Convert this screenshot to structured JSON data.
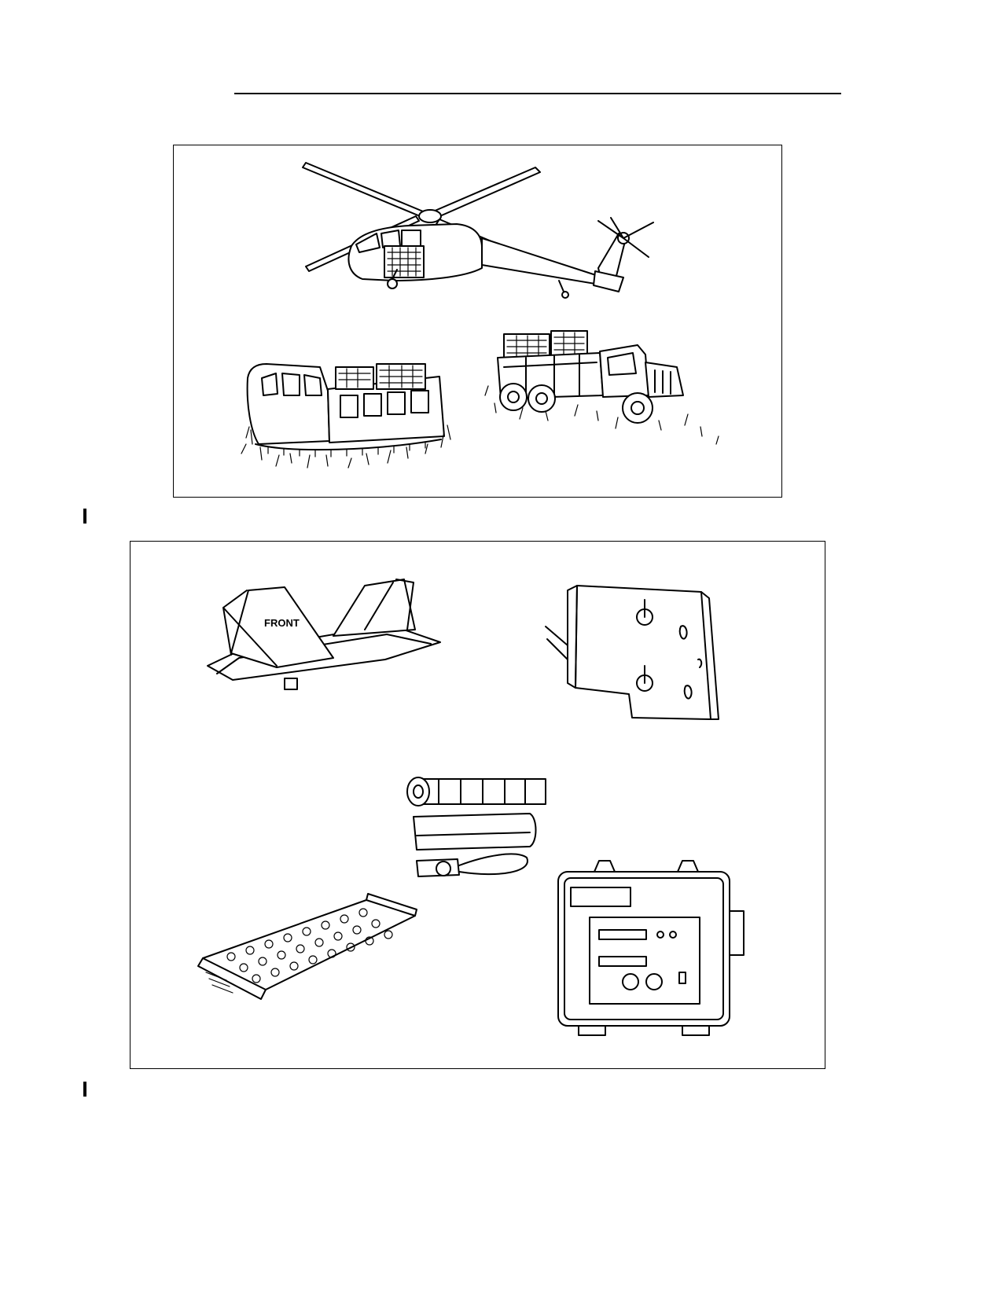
{
  "page": {
    "figure_1": {
      "illustrations": [
        "helicopter-drawing",
        "tracked-carrier-drawing",
        "cargo-truck-drawing"
      ]
    },
    "figure_2": {
      "illustrations": [
        "mounting-frame-drawing",
        "side-panel-drawing",
        "launcher-tube-parts-drawing",
        "rack-tray-drawing",
        "control-box-drawing"
      ],
      "stencil_text": "FRONT"
    },
    "colors": {
      "ink": "#000000",
      "paper": "#ffffff"
    }
  }
}
